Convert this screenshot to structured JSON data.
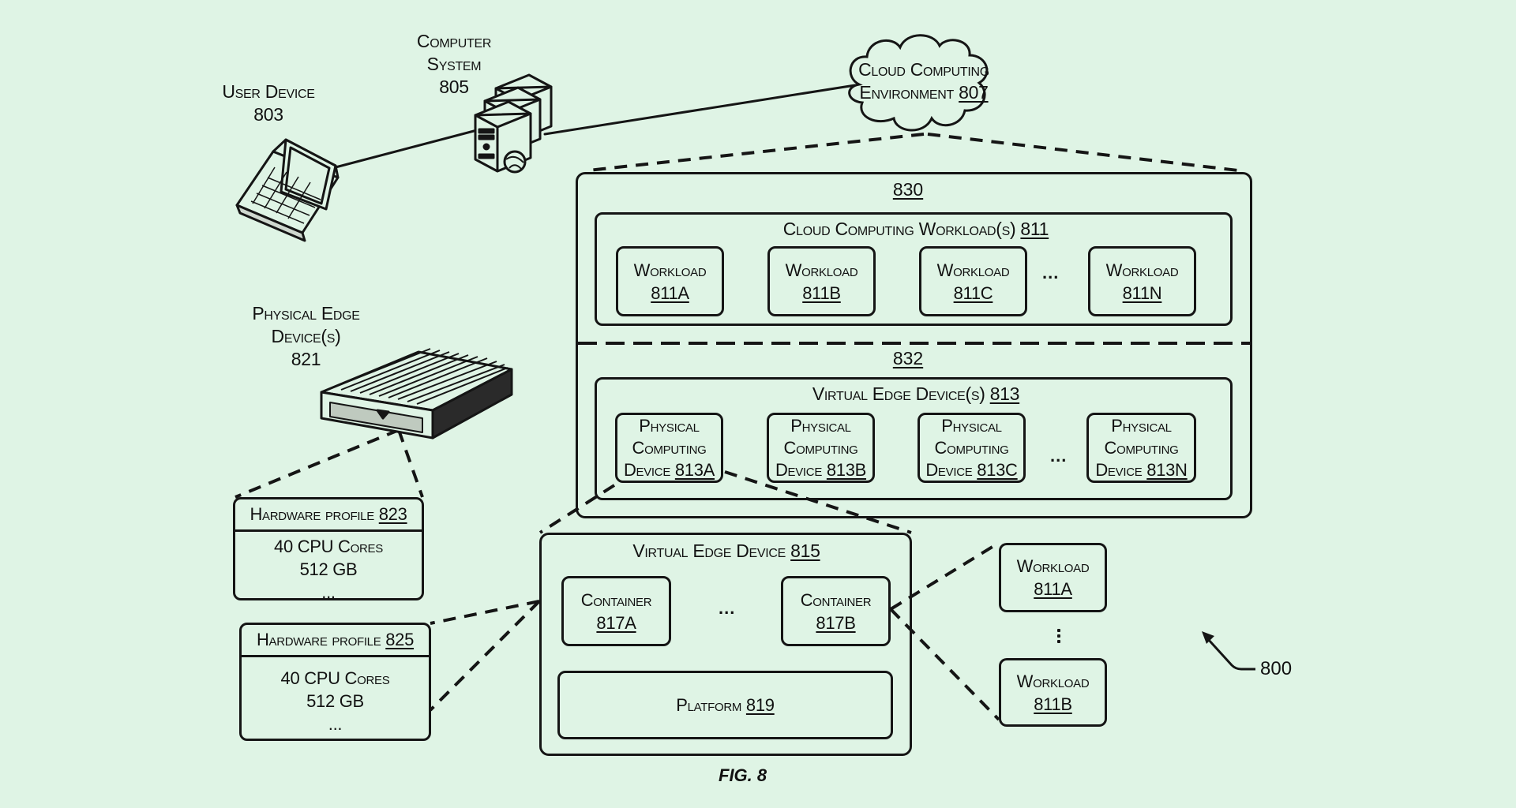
{
  "figure": {
    "caption": "FIG. 8",
    "reference_number": "800"
  },
  "user_device": {
    "title": "User Device",
    "number": "803",
    "icon": "laptop-icon"
  },
  "computer_system": {
    "title_line1": "Computer",
    "title_line2": "System",
    "number": "805",
    "icon": "server-icon"
  },
  "cloud_environment": {
    "line1": "Cloud Computing",
    "line2_text": "Environment",
    "number": "807",
    "icon": "cloud-icon"
  },
  "physical_edge_device": {
    "line1": "Physical Edge",
    "line2": "Device(s)",
    "number": "821",
    "icon": "edge-device-icon"
  },
  "region_830": {
    "number": "830"
  },
  "region_832": {
    "number": "832"
  },
  "cloud_workloads": {
    "title": "Cloud Computing Workload(s)",
    "number": "811",
    "items": [
      {
        "label": "Workload",
        "number": "811A"
      },
      {
        "label": "Workload",
        "number": "811B"
      },
      {
        "label": "Workload",
        "number": "811C"
      },
      {
        "label": "Workload",
        "number": "811N"
      }
    ],
    "ellipsis": "..."
  },
  "virtual_edge_devices": {
    "title": "Virtual Edge Device(s)",
    "number": "813",
    "items": [
      {
        "line1": "Physical",
        "line2": "Computing",
        "line3": "Device",
        "number": "813A"
      },
      {
        "line1": "Physical",
        "line2": "Computing",
        "line3": "Device",
        "number": "813B"
      },
      {
        "line1": "Physical",
        "line2": "Computing",
        "line3": "Device",
        "number": "813C"
      },
      {
        "line1": "Physical",
        "line2": "Computing",
        "line3": "Device",
        "number": "813N"
      }
    ],
    "ellipsis": "..."
  },
  "virtual_edge_device": {
    "title": "Virtual Edge Device",
    "number": "815",
    "containers": [
      {
        "label": "Container",
        "number": "817A"
      },
      {
        "label": "Container",
        "number": "817B"
      }
    ],
    "ellipsis": "...",
    "platform": {
      "label": "Platform",
      "number": "819"
    }
  },
  "side_workloads": {
    "items": [
      {
        "label": "Workload",
        "number": "811A"
      },
      {
        "label": "Workload",
        "number": "811B"
      }
    ]
  },
  "hardware_profiles": [
    {
      "title": "Hardware profile",
      "number": "823",
      "cpu": "40 CPU Cores",
      "memory": "512 GB",
      "more": "..."
    },
    {
      "title": "Hardware profile",
      "number": "825",
      "cpu": "40 CPU Cores",
      "memory": "512 GB",
      "more": "..."
    }
  ]
}
